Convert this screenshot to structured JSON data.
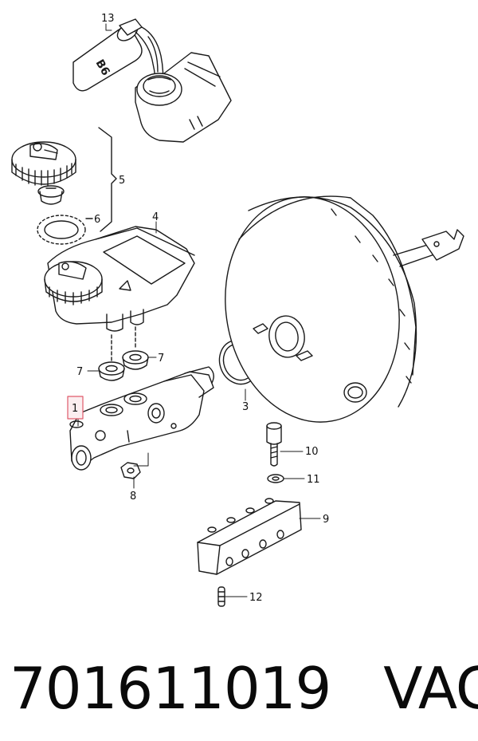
{
  "diagram": {
    "callouts": [
      {
        "id": "1",
        "label": "1",
        "highlighted": true
      },
      {
        "id": "3",
        "label": "3"
      },
      {
        "id": "4",
        "label": "4"
      },
      {
        "id": "5",
        "label": "5"
      },
      {
        "id": "6",
        "label": "6"
      },
      {
        "id": "7a",
        "label": "7"
      },
      {
        "id": "7b",
        "label": "7"
      },
      {
        "id": "8",
        "label": "8"
      },
      {
        "id": "9",
        "label": "9"
      },
      {
        "id": "10",
        "label": "10"
      },
      {
        "id": "11",
        "label": "11"
      },
      {
        "id": "12",
        "label": "12"
      },
      {
        "id": "13",
        "label": "13"
      }
    ],
    "bottle_label": "B6",
    "highlight_color": "#e05a6a",
    "line_color": "#1a1a1a"
  },
  "caption": {
    "part_number": "701611019",
    "brand": "VAG"
  }
}
